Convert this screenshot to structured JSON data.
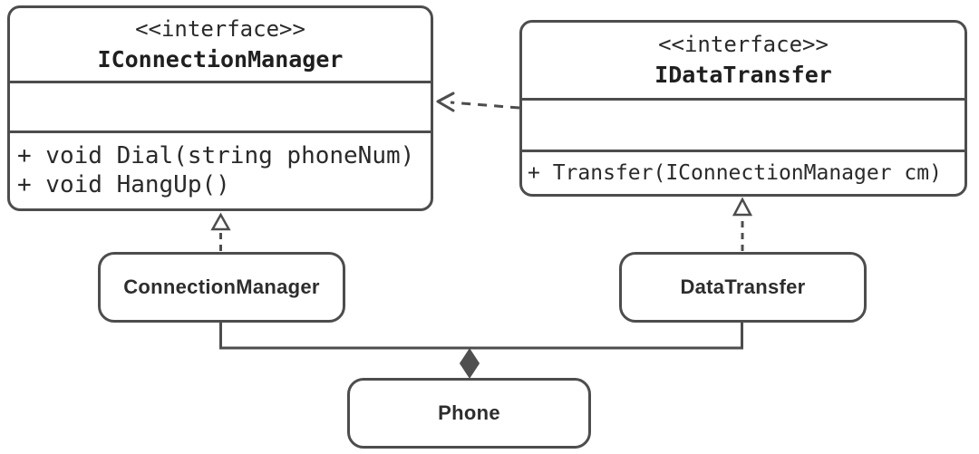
{
  "diagram": {
    "type": "uml-class-diagram",
    "colors": {
      "background": "#ffffff",
      "stroke": "#4d4d4d",
      "text": "#262626",
      "diamond_fill": "#4f4f4f"
    },
    "nodes": {
      "iconnection_manager": {
        "kind": "interface",
        "stereotype": "<<interface>>",
        "name": "IConnectionManager",
        "attributes": [],
        "methods": [
          "+ void Dial(string phoneNum)",
          "+ void HangUp()"
        ]
      },
      "idata_transfer": {
        "kind": "interface",
        "stereotype": "<<interface>>",
        "name": "IDataTransfer",
        "attributes": [],
        "methods": [
          "+ Transfer(IConnectionManager cm)"
        ]
      },
      "connection_manager": {
        "kind": "class",
        "name": "ConnectionManager"
      },
      "data_transfer": {
        "kind": "class",
        "name": "DataTransfer"
      },
      "phone": {
        "kind": "class",
        "name": "Phone"
      }
    },
    "relationships": [
      {
        "from": "IDataTransfer",
        "to": "IConnectionManager",
        "type": "dependency",
        "line": "dashed",
        "head": "open-arrow"
      },
      {
        "from": "ConnectionManager",
        "to": "IConnectionManager",
        "type": "realization",
        "line": "dashed",
        "head": "hollow-triangle"
      },
      {
        "from": "DataTransfer",
        "to": "IDataTransfer",
        "type": "realization",
        "line": "dashed",
        "head": "hollow-triangle"
      },
      {
        "from": "Phone",
        "to": "ConnectionManager",
        "type": "composition",
        "line": "solid",
        "head": "filled-diamond"
      },
      {
        "from": "Phone",
        "to": "DataTransfer",
        "type": "composition",
        "line": "solid",
        "head": "filled-diamond"
      }
    ]
  }
}
